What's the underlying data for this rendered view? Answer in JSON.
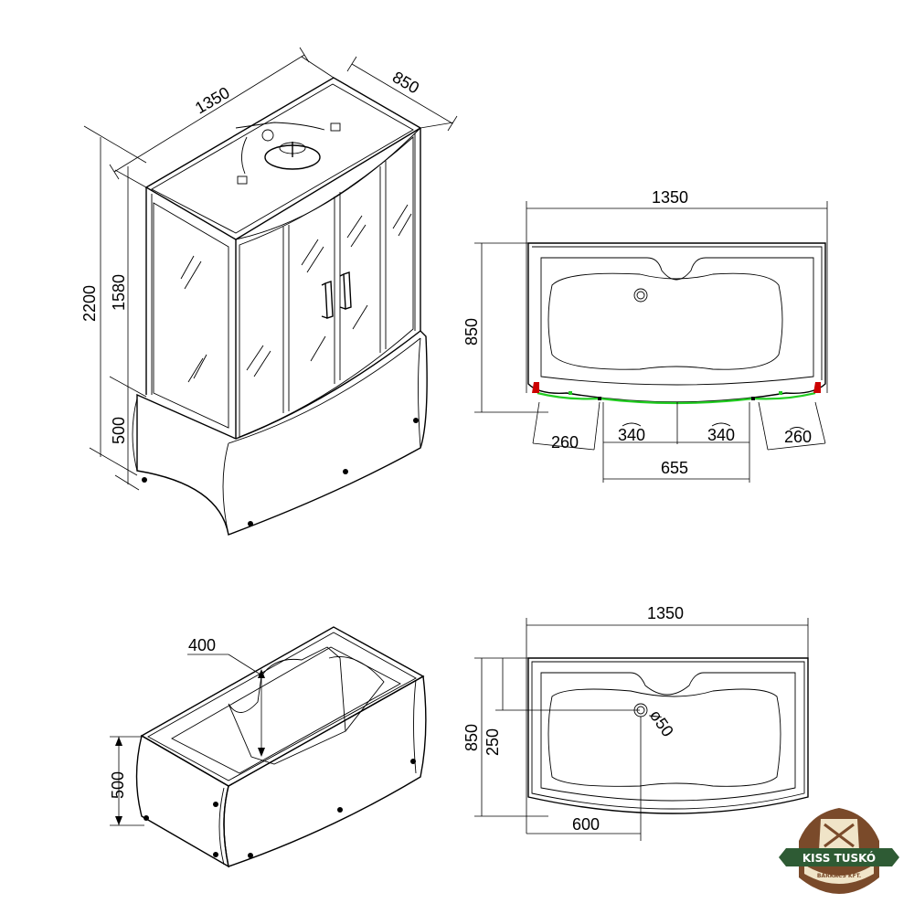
{
  "colors": {
    "line": "#000000",
    "seal": "#22cc22",
    "corner": "#cc0000",
    "logo_brown": "#7a4a2a",
    "logo_green": "#2e5b34",
    "logo_cream": "#f0e4c8"
  },
  "cabin_view": {
    "width": "1350",
    "depth": "850",
    "height_total": "2200",
    "height_cabin": "1580",
    "height_base": "500"
  },
  "top_view": {
    "width": "1350",
    "depth": "850",
    "left_corner": "260",
    "door_left": "340",
    "door_right": "340",
    "right_corner": "260",
    "door_span": "655"
  },
  "tub_view": {
    "depth_inner": "400",
    "height": "500"
  },
  "tub_plan": {
    "width": "1350",
    "depth": "850",
    "drain_y": "250",
    "drain_x": "600",
    "drain_diameter": "ø50"
  },
  "logo": {
    "name": "KISS TUSKÓ",
    "subtitle": "BARKÁCS KFT.",
    "icon": "wood-stump-tools-icon"
  }
}
